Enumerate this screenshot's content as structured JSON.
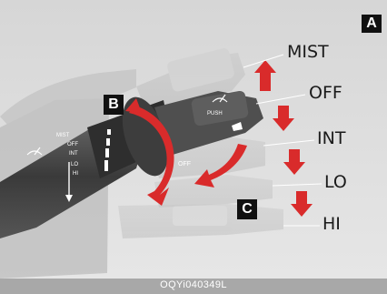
{
  "callouts": {
    "a": "A",
    "b": "B",
    "c": "C"
  },
  "positions": {
    "mist": "MIST",
    "off": "OFF",
    "int": "INT",
    "lo": "LO",
    "hi": "HI"
  },
  "stalk_labels": {
    "mist": "MIST",
    "off": "OFF",
    "int": "INT",
    "lo": "LO",
    "hi": "HI",
    "push": "PUSH",
    "off_ring": "OFF"
  },
  "image_code": "OQYi040349L",
  "colors": {
    "arrow": "#d92b2b",
    "background": "#dcdcdc",
    "callout": "#111111",
    "stalk": "#4a4a4a"
  }
}
